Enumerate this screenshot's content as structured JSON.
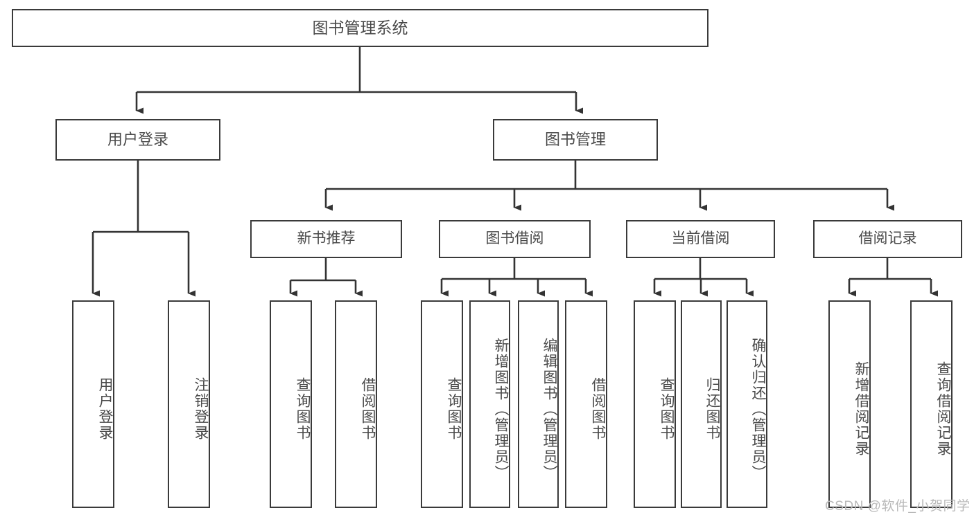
{
  "diagram": {
    "title": "图书管理系统",
    "type": "function-structure-tree",
    "colors": {
      "box_border": "#3a3a3a",
      "box_fill": "#ffffff",
      "text": "#4a4a4a",
      "connector": "#333333",
      "watermark": "#b9b9b9",
      "background": "#ffffff"
    },
    "root": {
      "label": "图书管理系统"
    },
    "level1": [
      {
        "label": "用户登录"
      },
      {
        "label": "图书管理"
      }
    ],
    "level2": [
      {
        "label": "新书推荐"
      },
      {
        "label": "图书借阅"
      },
      {
        "label": "当前借阅"
      },
      {
        "label": "借阅记录"
      }
    ],
    "leaves": {
      "user_login": [
        {
          "label": "用户登录"
        },
        {
          "label": "注销登录"
        }
      ],
      "new_book_recommend": [
        {
          "label": "查询图书"
        },
        {
          "label": "借阅图书"
        }
      ],
      "book_borrow": [
        {
          "label": "查询图书"
        },
        {
          "label": "新增图书（管理员）"
        },
        {
          "label": "编辑图书（管理员）"
        },
        {
          "label": "借阅图书"
        }
      ],
      "current_borrow": [
        {
          "label": "查询图书"
        },
        {
          "label": "归还图书"
        },
        {
          "label": "确认归还（管理员）"
        }
      ],
      "borrow_record": [
        {
          "label": "新增借阅记录"
        },
        {
          "label": "查询借阅记录"
        }
      ]
    }
  },
  "watermark": {
    "text": "CSDN @软件_小贺同学"
  }
}
